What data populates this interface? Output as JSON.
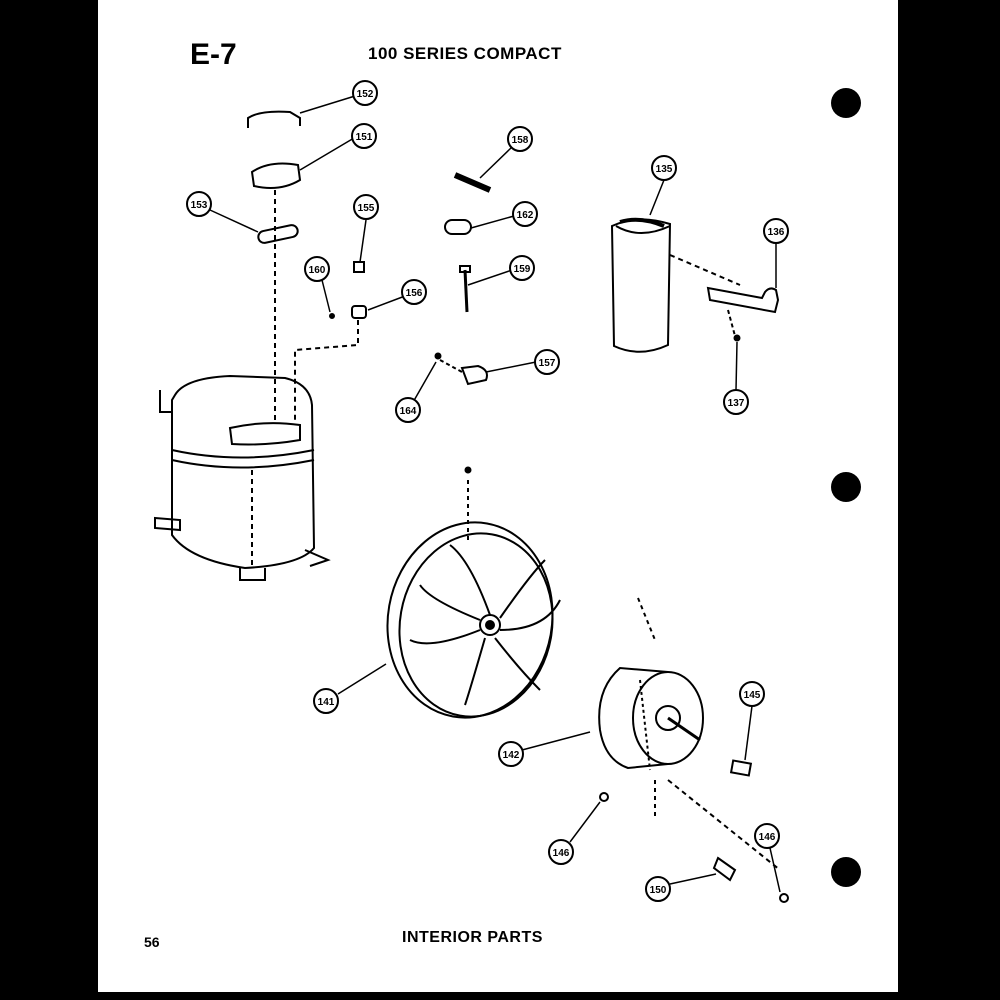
{
  "header": {
    "code": "E-7",
    "title": "100 SERIES COMPACT"
  },
  "footer": {
    "page_number": "56",
    "title": "INTERIOR PARTS"
  },
  "callouts": [
    {
      "label": "152"
    },
    {
      "label": "151"
    },
    {
      "label": "153"
    },
    {
      "label": "155"
    },
    {
      "label": "160"
    },
    {
      "label": "156"
    },
    {
      "label": "158"
    },
    {
      "label": "162"
    },
    {
      "label": "159"
    },
    {
      "label": "157"
    },
    {
      "label": "164"
    },
    {
      "label": "135"
    },
    {
      "label": "136"
    },
    {
      "label": "137"
    },
    {
      "label": "141"
    },
    {
      "label": "142"
    },
    {
      "label": "145"
    },
    {
      "label": "146"
    },
    {
      "label": "150"
    },
    {
      "label": "146"
    }
  ],
  "colors": {
    "ink": "#000000",
    "paper": "#ffffff",
    "border": "#000000"
  }
}
